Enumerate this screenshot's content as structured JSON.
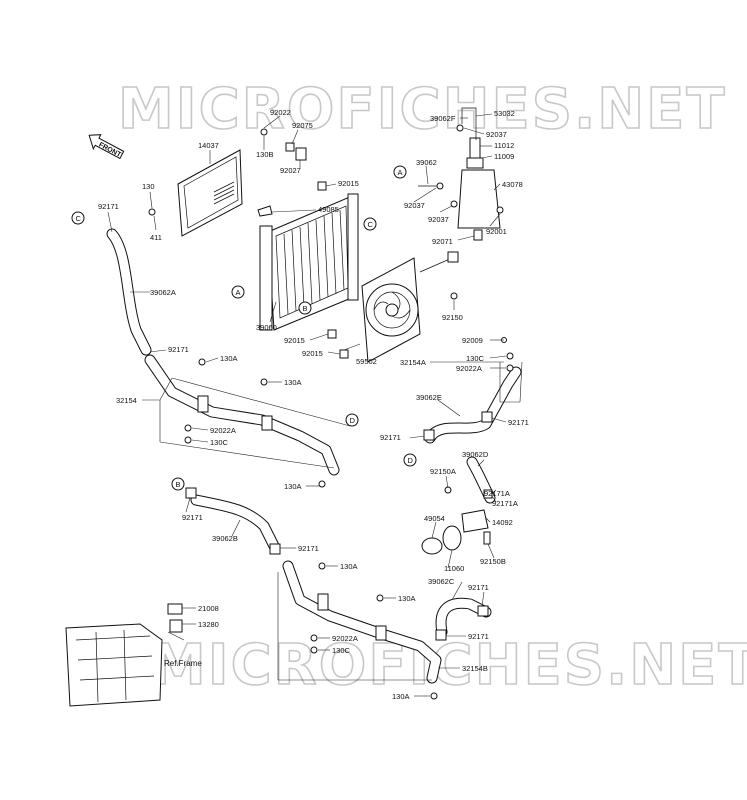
{
  "watermark": "MICROFICHES.NET",
  "front_arrow": "FRONT",
  "ref_frame": "Ref.Frame",
  "refs": {
    "A": "A",
    "B": "B",
    "C": "C",
    "D": "D"
  },
  "labels": {
    "p14037": "14037",
    "p130_top": "130",
    "p411": "411",
    "p92022_top": "92022",
    "p92075": "92075",
    "p130B": "130B",
    "p92027": "92027",
    "p92015_top": "92015",
    "p49085": "49085",
    "p92171_c": "92171",
    "p39062A": "39062A",
    "p39060": "39060",
    "p92015_mid": "92015",
    "p92015_bot": "92015",
    "p59502": "59502",
    "p39062F": "39062F",
    "p53032": "53032",
    "p92037_a": "92037",
    "p11012": "11012",
    "p11009": "11009",
    "p39062": "39062",
    "p43078": "43078",
    "p92037_b": "92037",
    "p92037_c": "92037",
    "p92001": "92001",
    "p92071": "92071",
    "p92150": "92150",
    "p92171_top": "92171",
    "p130A_1": "130A",
    "p130A_2": "130A",
    "p32154": "32154",
    "p92022A_l": "92022A",
    "p130C_l": "130C",
    "p130A_3": "130A",
    "p92009": "92009",
    "p32154A": "32154A",
    "p130C_r": "130C",
    "p92022A_r": "92022A",
    "p39062E": "39062E",
    "p92171_r": "92171",
    "p92171_l": "92171",
    "p39062D": "39062D",
    "p92150A": "92150A",
    "p92171A_1": "92171A",
    "p92171A_2": "92171A",
    "p49054": "49054",
    "p14092": "14092",
    "p11060": "11060",
    "p92150B": "92150B",
    "p92171_b": "92171",
    "p39062B": "39062B",
    "p92171_b2": "92171",
    "p130A_4": "130A",
    "p130A_5": "130A",
    "p21008": "21008",
    "p13280": "13280",
    "p92022A_b": "92022A",
    "p130C_b": "130C",
    "p39062C": "39062C",
    "p92171_br": "92171",
    "p92171_br2": "92171",
    "p32154B": "32154B",
    "p130A_6": "130A"
  }
}
